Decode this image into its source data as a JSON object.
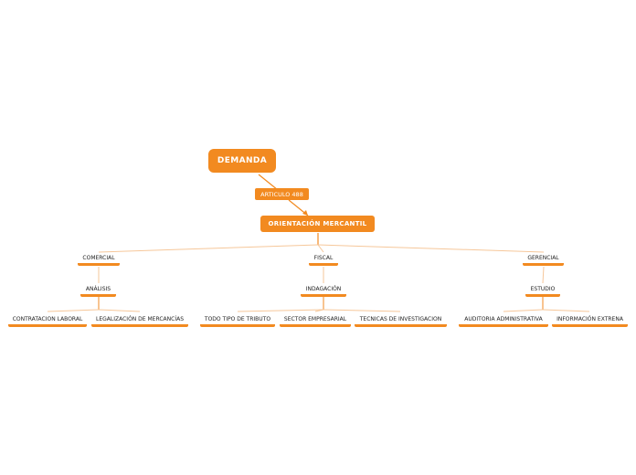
{
  "root": {
    "label": "DEMANDA"
  },
  "tag": {
    "label": "ARTICULO 488"
  },
  "main": {
    "label": "ORIENTACIÓN MERCANTIL"
  },
  "branches": [
    {
      "label": "COMERCIAL",
      "child": {
        "label": "ANÁLISIS",
        "children": [
          "CONTRATACION LABORAL",
          "LEGALIZACIÓN DE MERCANCÍAS"
        ]
      }
    },
    {
      "label": "FISCAL",
      "child": {
        "label": "INDAGACIÓN",
        "children": [
          "TODO TIPO DE TRIBUTO",
          "SECTOR EMPRESARIAL",
          "TECNICAS DE INVESTIGACION"
        ]
      }
    },
    {
      "label": "GERENCIAL",
      "child": {
        "label": "ESTUDIO",
        "children": [
          "AUDITORIA ADMINISTRATIVA",
          "INFORMACIÓN EXTRENA"
        ]
      }
    }
  ],
  "colors": {
    "accent": "#f28a20",
    "connector": "#f6c79a",
    "connector_strong": "#f28a20",
    "text": "#222222"
  }
}
